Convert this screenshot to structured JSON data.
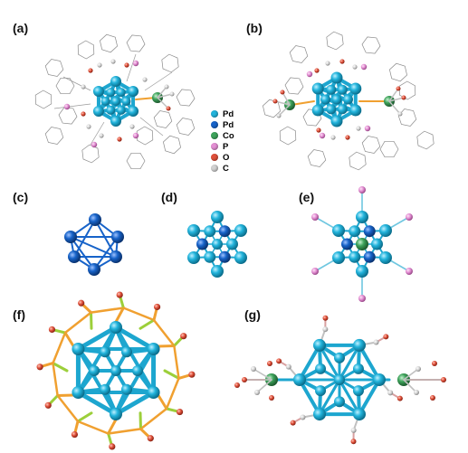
{
  "panels": {
    "a": "(a)",
    "b": "(b)",
    "c": "(c)",
    "d": "(d)",
    "e": "(e)",
    "f": "(f)",
    "g": "(g)"
  },
  "legend": [
    {
      "label": "Pd",
      "color": "#22b4dc"
    },
    {
      "label": "Pd",
      "color": "#1763c9"
    },
    {
      "label": "Co",
      "color": "#3ea35b"
    },
    {
      "label": "P",
      "color": "#e48fd4"
    },
    {
      "label": "O",
      "color": "#e0503a"
    },
    {
      "label": "C",
      "color": "#d2d2d2"
    }
  ],
  "colors": {
    "pd_cyan": "#22b4dc",
    "pd_blue": "#1763c9",
    "co": "#3ea35b",
    "p": "#e48fd4",
    "o": "#e0503a",
    "c": "#d2d2d2",
    "bond_orange": "#f0a030",
    "bond_green": "#9ccf3a"
  }
}
